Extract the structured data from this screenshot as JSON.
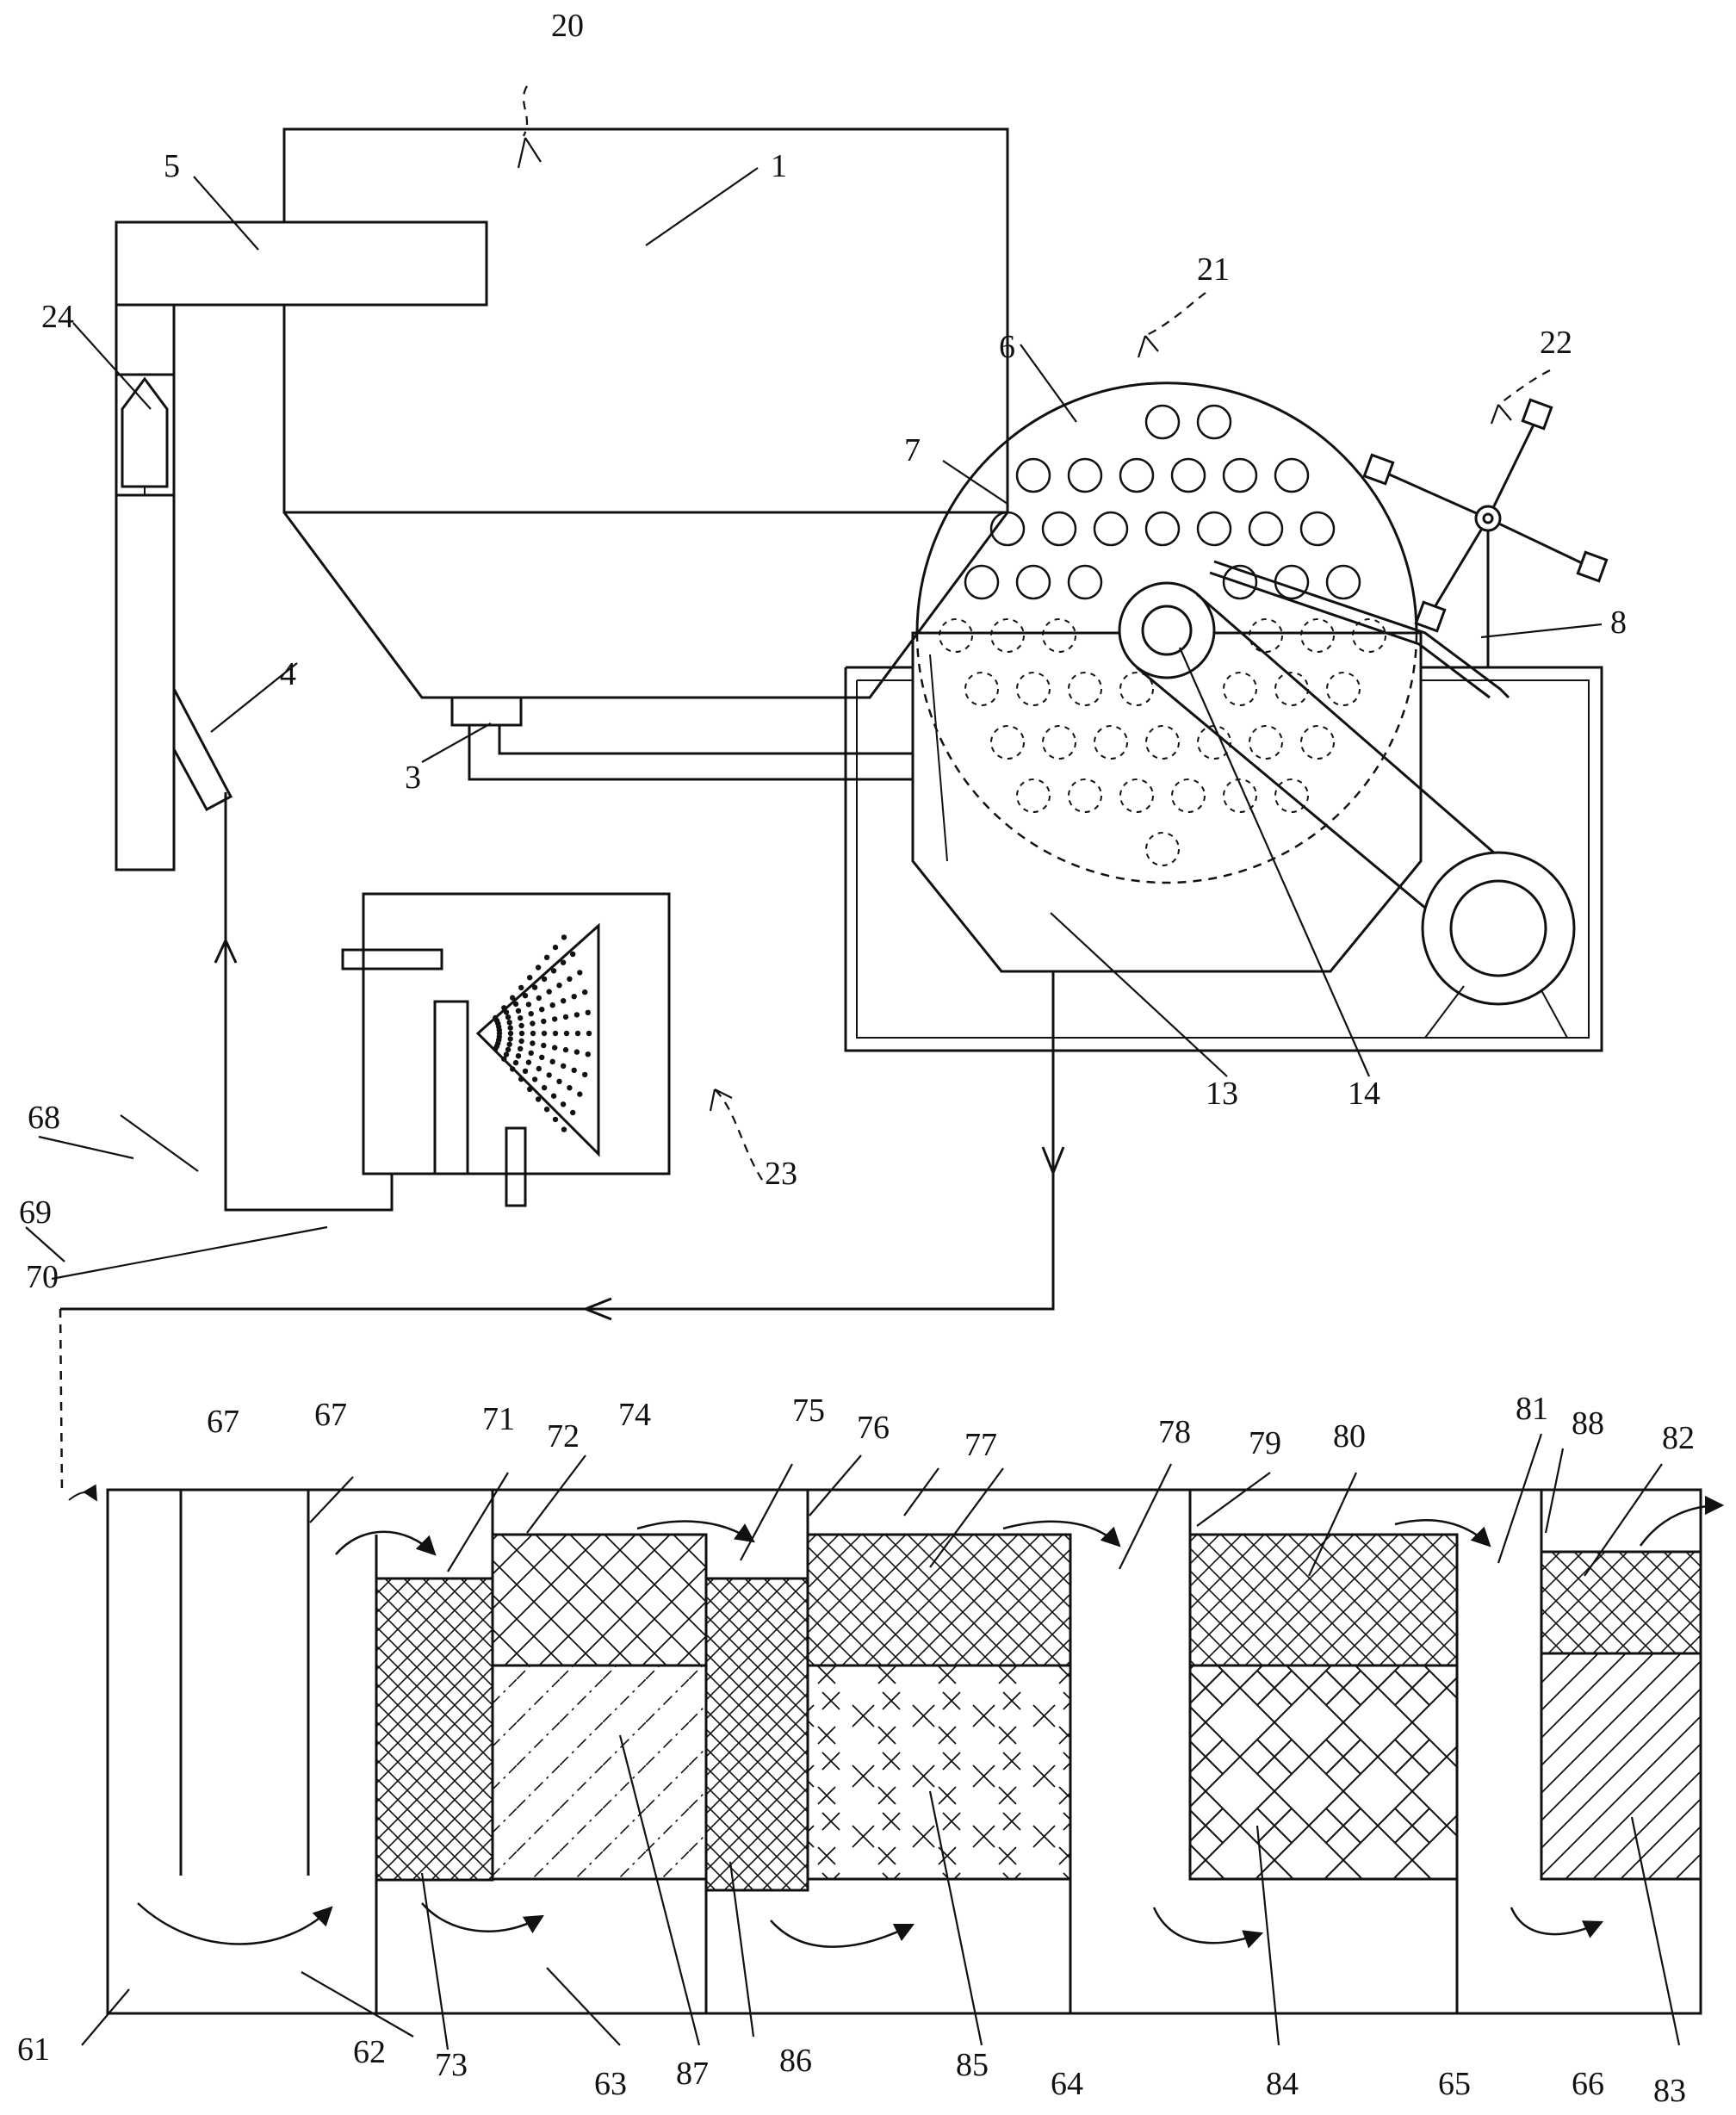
{
  "labels": {
    "l1": "1",
    "l3": "3",
    "l4": "4",
    "l5": "5",
    "l6": "6",
    "l7": "7",
    "l8": "8",
    "l13": "13",
    "l14": "14",
    "l20": "20",
    "l21": "21",
    "l22": "22",
    "l23": "23",
    "l24": "24",
    "l61": "61",
    "l62": "62",
    "l63": "63",
    "l64": "64",
    "l65": "65",
    "l66": "66",
    "l67a": "67",
    "l67b": "67",
    "l68": "68",
    "l69": "69",
    "l70": "70",
    "l71": "71",
    "l72": "72",
    "l73": "73",
    "l74": "74",
    "l75": "75",
    "l76": "76",
    "l77": "77",
    "l78": "78",
    "l79": "79",
    "l80": "80",
    "l81": "81",
    "l82": "82",
    "l83": "83",
    "l84": "84",
    "l85": "85",
    "l86": "86",
    "l87": "87",
    "l88": "88"
  }
}
